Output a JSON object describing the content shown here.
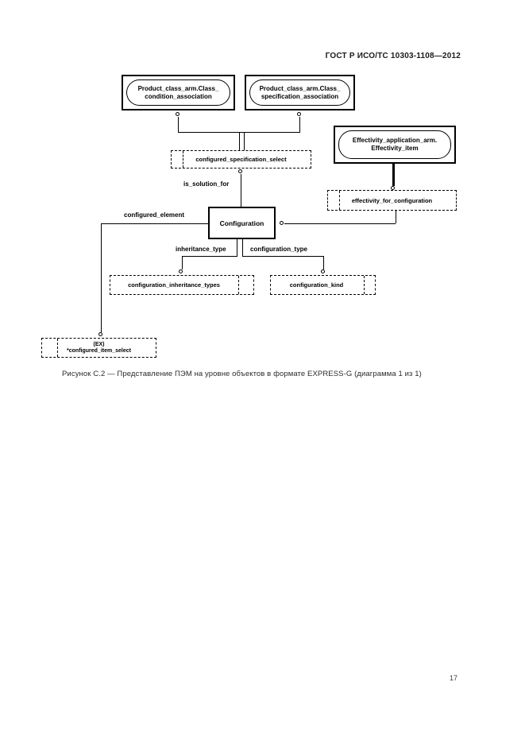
{
  "page": {
    "header": "ГОСТ Р ИСО/ТС 10303-1108—2012",
    "caption": "Рисунок  С.2 — Представление ПЭМ на уровне объектов в формате EXPRESS-G (диаграмма 1 из 1)",
    "page_number": "17"
  },
  "diagram": {
    "notation": "EXPRESS-G",
    "colors": {
      "line": "#000000",
      "background": "#ffffff"
    },
    "entities": {
      "class_condition_association": {
        "line1": "Product_class_arm.Class_",
        "line2": "condition_association"
      },
      "class_specification_association": {
        "line1": "Product_class_arm.Class_",
        "line2": "specification_association"
      },
      "effectivity_item": {
        "line1": "Effectivity_application_arm.",
        "line2": "Effectivity_item"
      },
      "configuration": {
        "label": "Configuration"
      }
    },
    "select_types": {
      "configured_specification_select": {
        "label": "configured_specification_select"
      },
      "effectivity_for_configuration": {
        "label": "effectivity_for_configuration"
      },
      "configured_item_select": {
        "line1": "(EX)",
        "line2": "*configured_item_select"
      }
    },
    "defined_types": {
      "configuration_inheritance_types": {
        "label": "configuration_inheritance_types"
      },
      "configuration_kind": {
        "label": "configuration_kind"
      }
    },
    "relations": {
      "is_solution_for": {
        "label": "is_solution_for"
      },
      "configured_element": {
        "label": "configured_element"
      },
      "inheritance_type": {
        "label": "inheritance_type"
      },
      "configuration_type": {
        "label": "configuration_type"
      }
    }
  }
}
